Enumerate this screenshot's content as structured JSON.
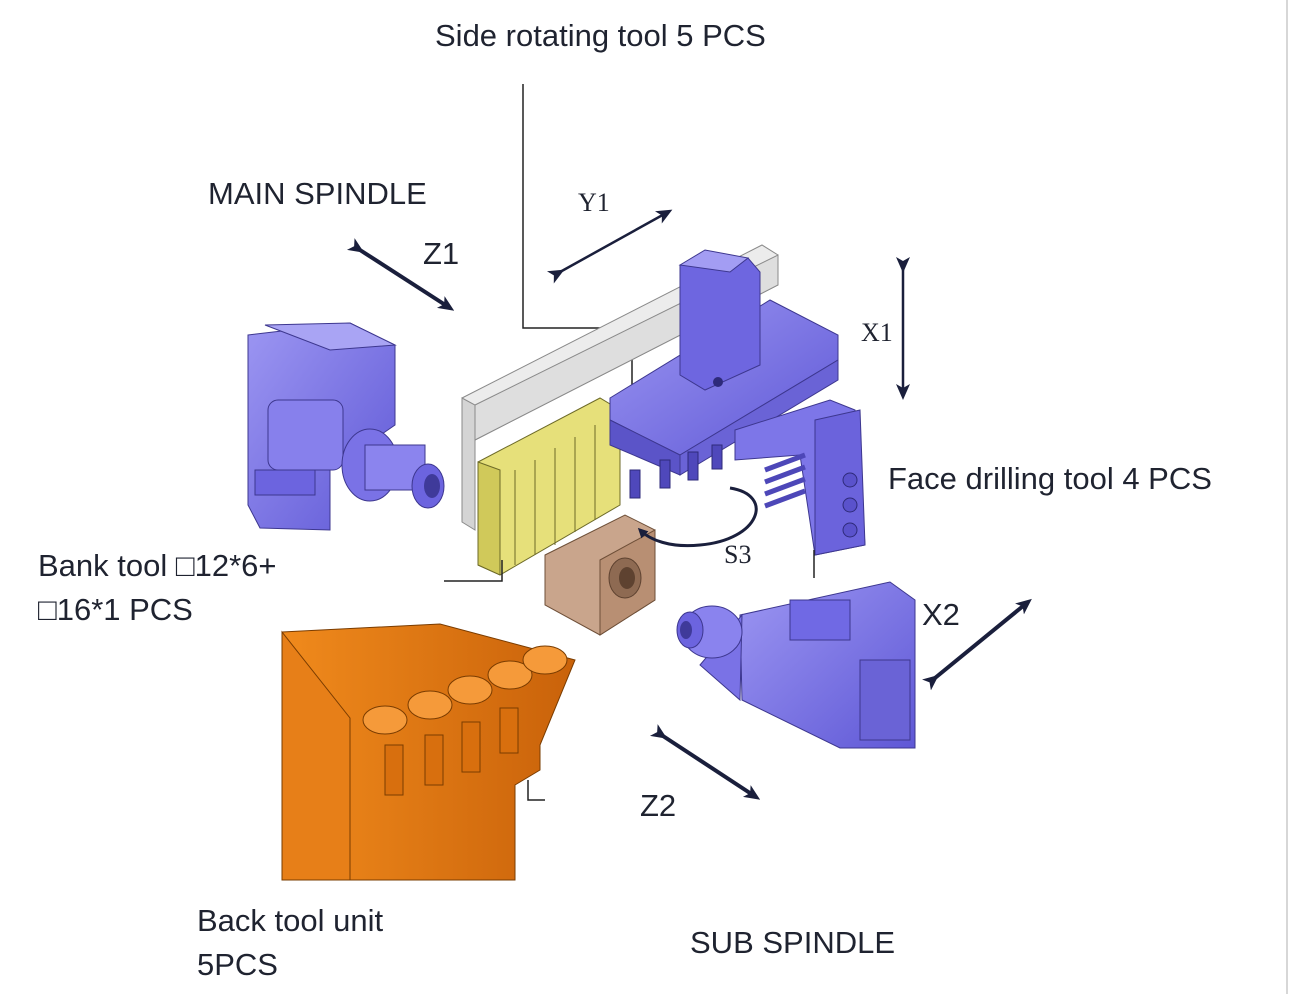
{
  "labels": {
    "side_rotating_tool": "Side rotating tool 5 PCS",
    "main_spindle": "MAIN SPINDLE",
    "face_drilling_tool": "Face drilling tool 4 PCS",
    "bank_tool_line1": "Bank tool □12*6+",
    "bank_tool_line2": "□16*1  PCS",
    "back_tool_line1": "Back tool unit",
    "back_tool_line2": "5PCS",
    "sub_spindle": "SUB SPINDLE"
  },
  "axes": {
    "z1": "Z1",
    "y1": "Y1",
    "x1": "X1",
    "s3": "S3",
    "x2": "X2",
    "z2": "Z2"
  },
  "colors": {
    "blue_unit": "#7c74e8",
    "blue_dark": "#4d47b8",
    "yellow_bank": "#e6e07a",
    "orange_back": "#e9801a",
    "tan_head": "#c9a58c",
    "grey_slide": "#e6e6e6",
    "arrow": "#1a1f3c"
  }
}
